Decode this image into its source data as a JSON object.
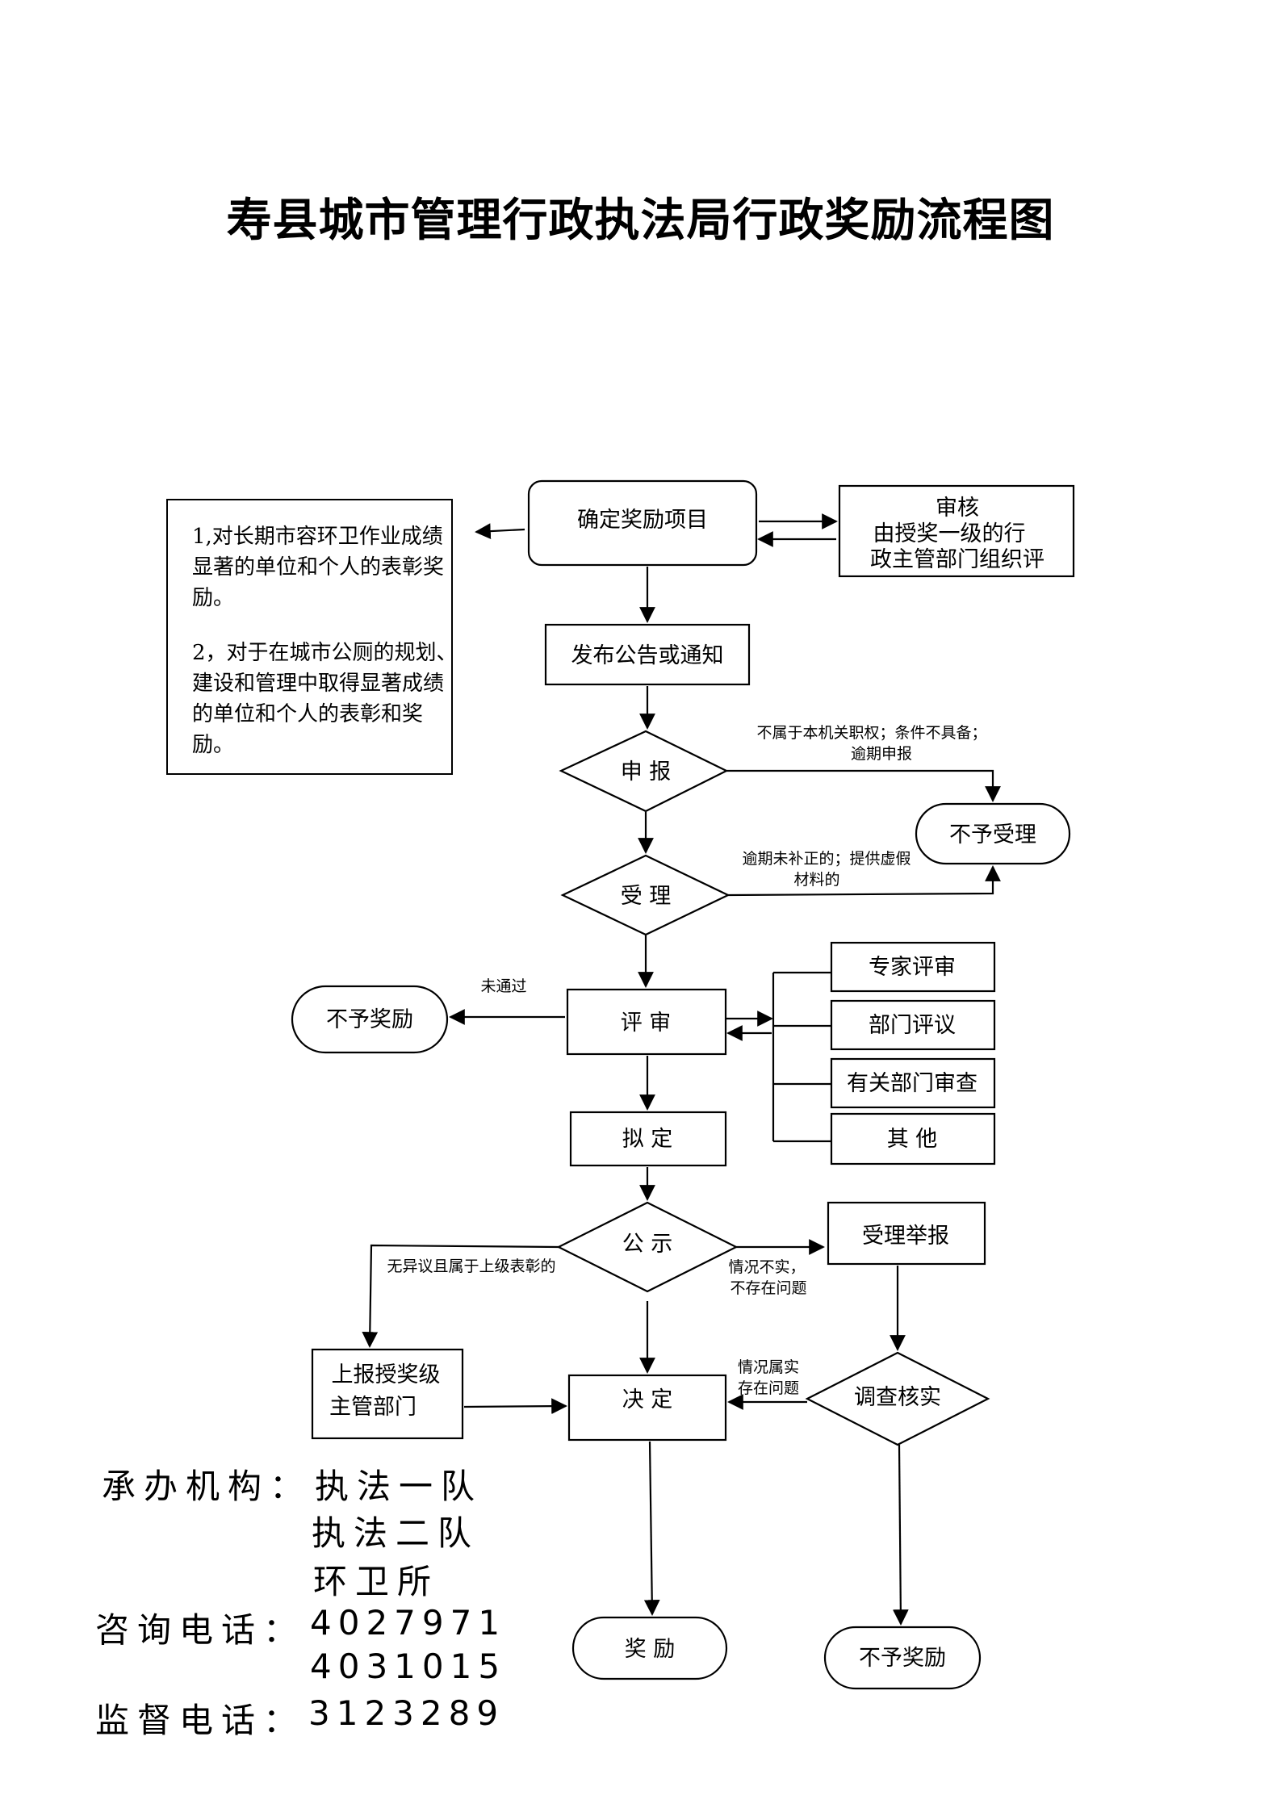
{
  "title": "寿县城市管理行政执法局行政奖励流程图",
  "criteria": [
    "1,对长期市容环卫作业成绩显著的单位和个人的表彰奖励。",
    "2，对于在城市公厕的规划、建设和管理中取得显著成绩的单位和个人的表彰和奖励。"
  ],
  "nodes": {
    "confirm_project": "确定奖励项目",
    "review_title": "审核",
    "review_line1": "由授奖一级的行",
    "review_line2": "政主管部门组织评",
    "publish": "发布公告或通知",
    "apply": "申 报",
    "accept": "受 理",
    "reject_accept": "不予受理",
    "evaluate": "评 审",
    "no_reward_left": "不予奖励",
    "expert_review": "专家评审",
    "dept_comment": "部门评议",
    "related_dept_check": "有关部门审查",
    "other": "其 他",
    "draft": "拟 定",
    "publicize": "公 示",
    "accept_report": "受理举报",
    "report_upper_line1": "上报授奖级",
    "report_upper_line2": "主管部门",
    "decide": "决 定",
    "investigate": "调查核实",
    "reward": "奖 励",
    "no_reward_right": "不予奖励"
  },
  "edge_labels": {
    "apply_reject_1": "不属于本机关职权；条件不具备；",
    "apply_reject_2": "逾期申报",
    "accept_reject_1": "逾期未补正的；提供虚假",
    "accept_reject_2": "材料的",
    "not_passed": "未通过",
    "no_objection": "无异议且属于上级表彰的",
    "not_true_1": "情况不实，",
    "not_true_2": "不存在问题",
    "true_1": "情况属实",
    "true_2": "存在问题"
  },
  "contact": {
    "org_label": "承办机构：",
    "orgs": [
      "执法一队",
      "执法二队",
      "环卫所"
    ],
    "consult_label": "咨询电话：",
    "consult_phones": [
      "4027971",
      "4031015"
    ],
    "supervise_label": "监督电话：",
    "supervise_phone": "3123289"
  }
}
